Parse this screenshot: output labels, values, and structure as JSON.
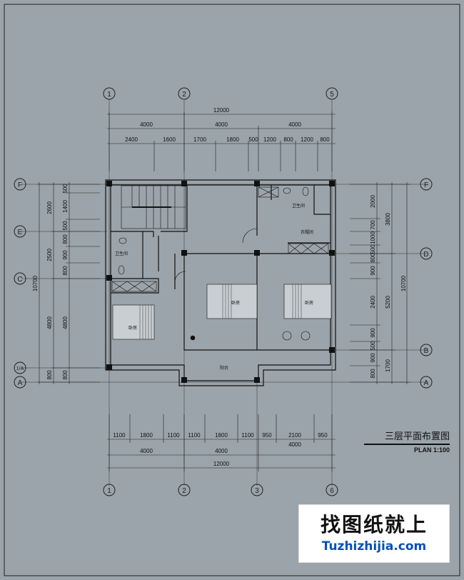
{
  "plan": {
    "title": "三层平面布置图",
    "scale": "PLAN 1:100",
    "axes_top": [
      "1",
      "2",
      "5"
    ],
    "axes_bottom": [
      "1",
      "2",
      "3",
      "6"
    ],
    "axes_left": [
      "F",
      "E",
      "C",
      "1/A",
      "A"
    ],
    "axes_right": [
      "F",
      "D",
      "B",
      "A"
    ],
    "dims_top_total": "12000",
    "dims_top_mid": [
      "4000",
      "4000",
      "4000"
    ],
    "dims_top_detail": [
      "2400",
      "1600",
      "1700",
      "1800",
      "500",
      "1200",
      "800",
      "1200",
      "800"
    ],
    "dims_bottom_detail": [
      "1100",
      "1800",
      "1100",
      "1100",
      "1800",
      "1100",
      "950",
      "2100",
      "950"
    ],
    "dims_bottom_mid": [
      "4000",
      "4000",
      "4000"
    ],
    "dims_bottom_total": "12000",
    "dims_left_total": "10700",
    "dims_left_mid": [
      "2600",
      "2500",
      "4800",
      "800"
    ],
    "dims_left_detail": [
      "500",
      "1400",
      "500",
      "800",
      "900",
      "800",
      "4800",
      "800"
    ],
    "dims_right_total": "10700",
    "dims_right_mid": [
      "3800",
      "5200",
      "1700"
    ],
    "dims_right_detail": [
      "2000",
      "700",
      "1000",
      "500",
      "800",
      "900",
      "2400",
      "900",
      "500",
      "900",
      "800"
    ],
    "rooms": {
      "bath_top": "卫生间",
      "bath_left": "卫生间",
      "closet": "衣帽间",
      "bedroom_left": "卧房",
      "bedroom_mid": "卧房",
      "bedroom_right": "卧房",
      "balcony": "阳台"
    }
  },
  "watermark": {
    "cn": "找图纸就上",
    "en": "Tuzhizhijia.com",
    "en_color": "#0a4fb5"
  }
}
